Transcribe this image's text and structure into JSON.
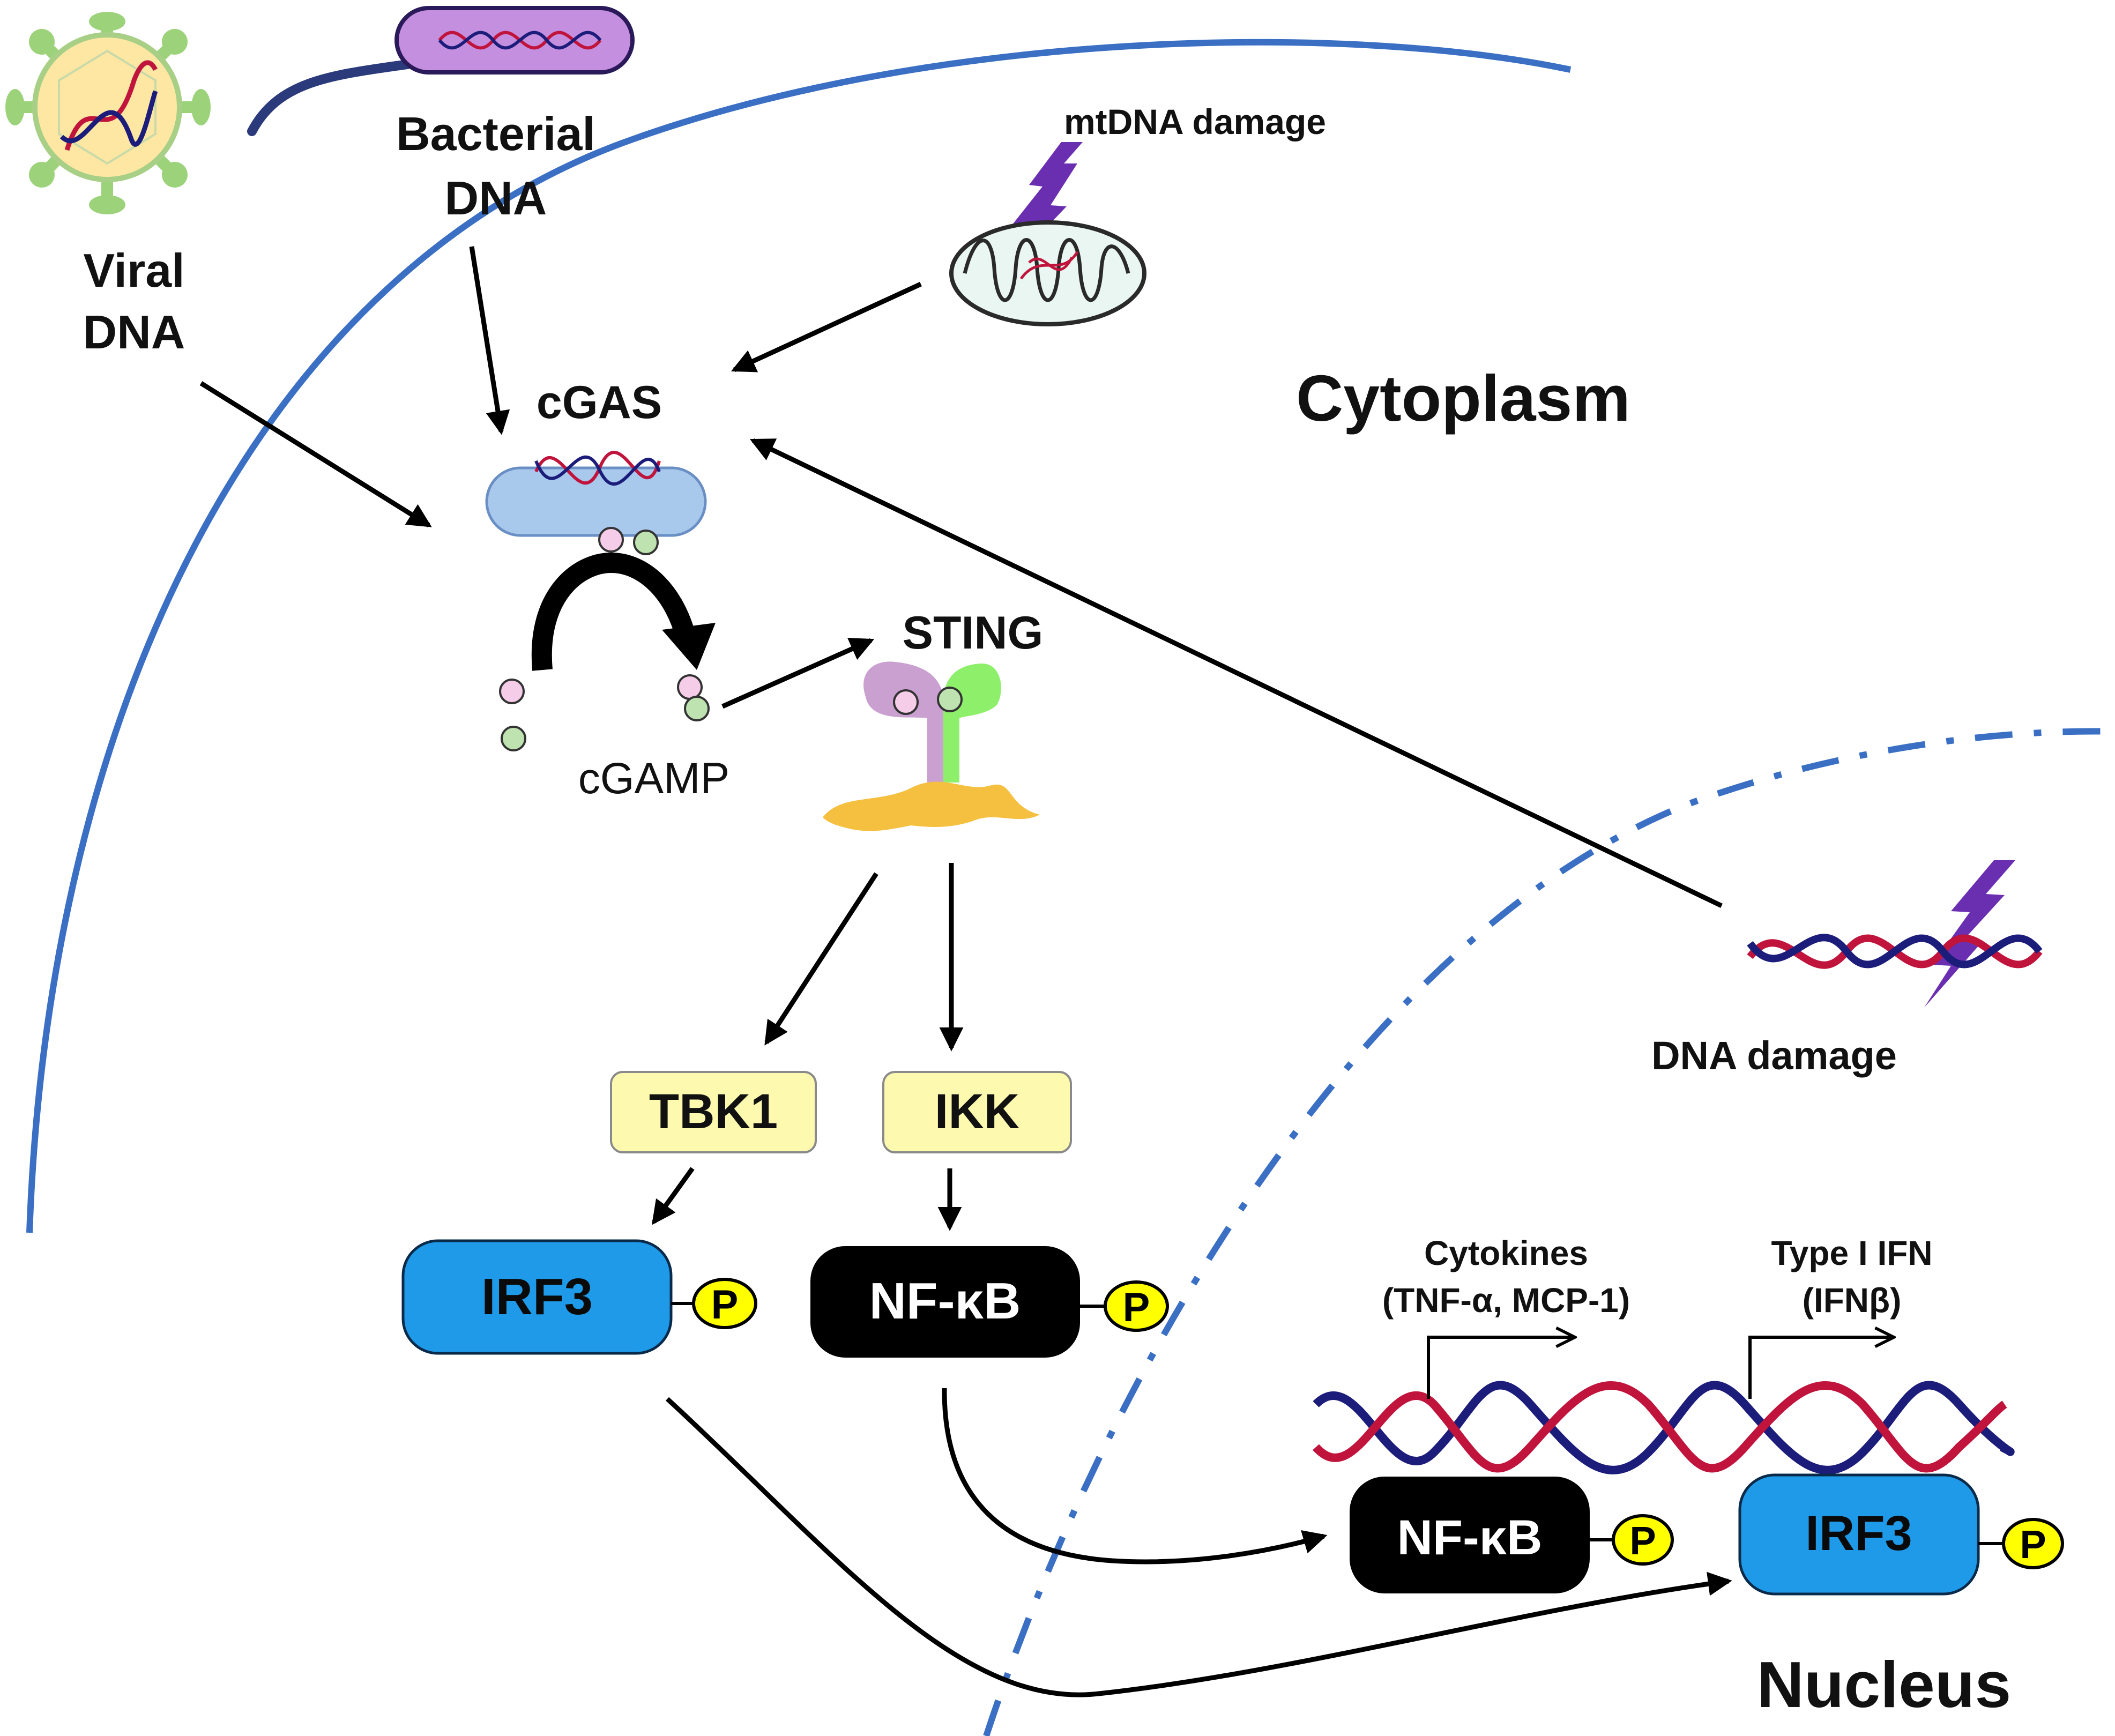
{
  "labels": {
    "viral_dna_line1": "Viral",
    "viral_dna_line2": "DNA",
    "bacterial_dna_line1": "Bacterial",
    "bacterial_dna_line2": "DNA",
    "mtdna_damage": "mtDNA damage",
    "cytoplasm": "Cytoplasm",
    "cgas": "cGAS",
    "cgamp": "cGAMP",
    "sting": "STING",
    "tbk1": "TBK1",
    "ikk": "IKK",
    "irf3": "IRF3",
    "nfkb": "NF-κB",
    "phospho": "P",
    "dna_damage": "DNA damage",
    "cytokines_line1": "Cytokines",
    "cytokines_line2": "(TNF-α, MCP-1)",
    "type1ifn_line1": "Type I IFN",
    "type1ifn_line2": "(IFNβ)",
    "nucleus": "Nucleus"
  },
  "colors": {
    "membrane": "#3a6fc4",
    "kinase_box_fill": "#fdfab0",
    "irf3_fill": "#1e9ae8",
    "nfkb_fill": "#000000",
    "phospho_fill": "#ffff00",
    "dna_red": "#c0143c",
    "dna_blue": "#1c1c7a",
    "lightning": "#6a2fb0",
    "cgas_fill": "#a8c8ec",
    "sting_left": "#c9a0cf",
    "sting_right": "#8ef06a",
    "er_membrane": "#f5c040",
    "virus_fill": "#fde7a3",
    "virus_spikes": "#9cd27a",
    "bacterium_fill": "#c58fe0"
  }
}
